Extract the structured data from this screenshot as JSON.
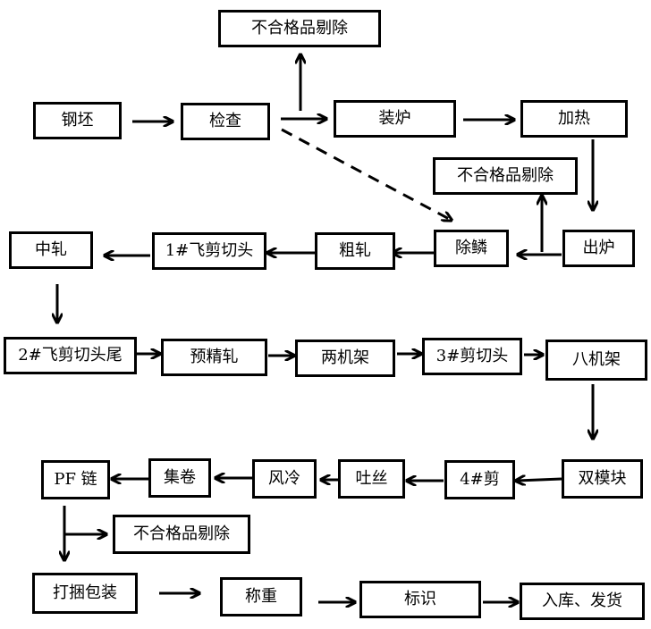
{
  "nodes": {
    "reject_top": "不合格品剔除",
    "billet": "钢坯",
    "inspect": "检查",
    "charge": "装炉",
    "heat": "加热",
    "reject_mid": "不合格品剔除",
    "descale": "除鳞",
    "discharge": "出炉",
    "mid_roll": "中轧",
    "shear1": "1#飞剪切头",
    "rough_roll": "粗轧",
    "shear2": "2#飞剪切头尾",
    "pre_finish": "预精轧",
    "two_stand": "两机架",
    "shear3": "3#剪切头",
    "eight_stand": "八机架",
    "pf_chain": "PF 链",
    "coil": "集卷",
    "air_cool": "风冷",
    "lay": "吐丝",
    "shear4": "4#剪",
    "twin_module": "双模块",
    "reject_low": "不合格品剔除",
    "bundle": "打捆包装",
    "weigh": "称重",
    "label": "标识",
    "store": "入库、发货"
  }
}
